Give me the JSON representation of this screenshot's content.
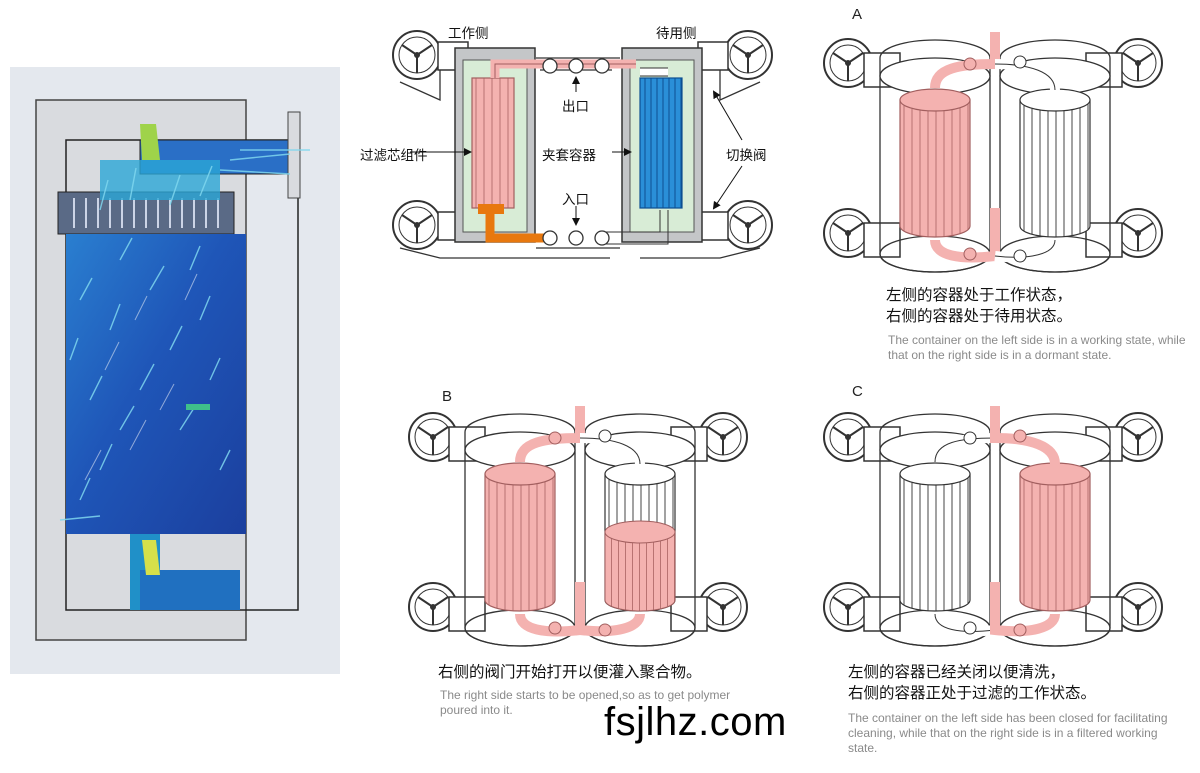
{
  "schematic": {
    "working_side": "工作侧",
    "standby_side": "待用侧",
    "outlet": "出口",
    "inlet": "入口",
    "filter_element": "过滤芯组件",
    "jacketed_vessel": "夹套容器",
    "switch_valve": "切换阀"
  },
  "panel_a": {
    "letter": "A",
    "caption_cn_1": "左侧的容器处于工作状态，",
    "caption_cn_2": "右侧的容器处于待用状态。",
    "caption_en": "The container on the left side is in a working state, while that on the right side is in a dormant state."
  },
  "panel_b": {
    "letter": "B",
    "caption_cn_1": "右侧的阀门开始打开以便灌入聚合物。",
    "caption_en": "The right side starts to be opened,so as to get polymer poured into it."
  },
  "panel_c": {
    "letter": "C",
    "caption_cn_1": "左侧的容器已经关闭以便清洗，",
    "caption_cn_2": "右侧的容器正处于过滤的工作状态。",
    "caption_en": "The container on the left side has been closed for facilitating cleaning, while that on the right side is in a filtered working state."
  },
  "watermark": "fsjlhz.com",
  "colors": {
    "pink_fill": "#f4b2b0",
    "pink_stroke": "#c98b8a",
    "blue_element": "#2a8fd8",
    "jacket_green": "#d8ecd6",
    "orange_pipe": "#e8780e",
    "sim_blue": "#1f56b8",
    "sim_cyan": "#2ab6d6",
    "sim_background": "#e4e8ee"
  }
}
